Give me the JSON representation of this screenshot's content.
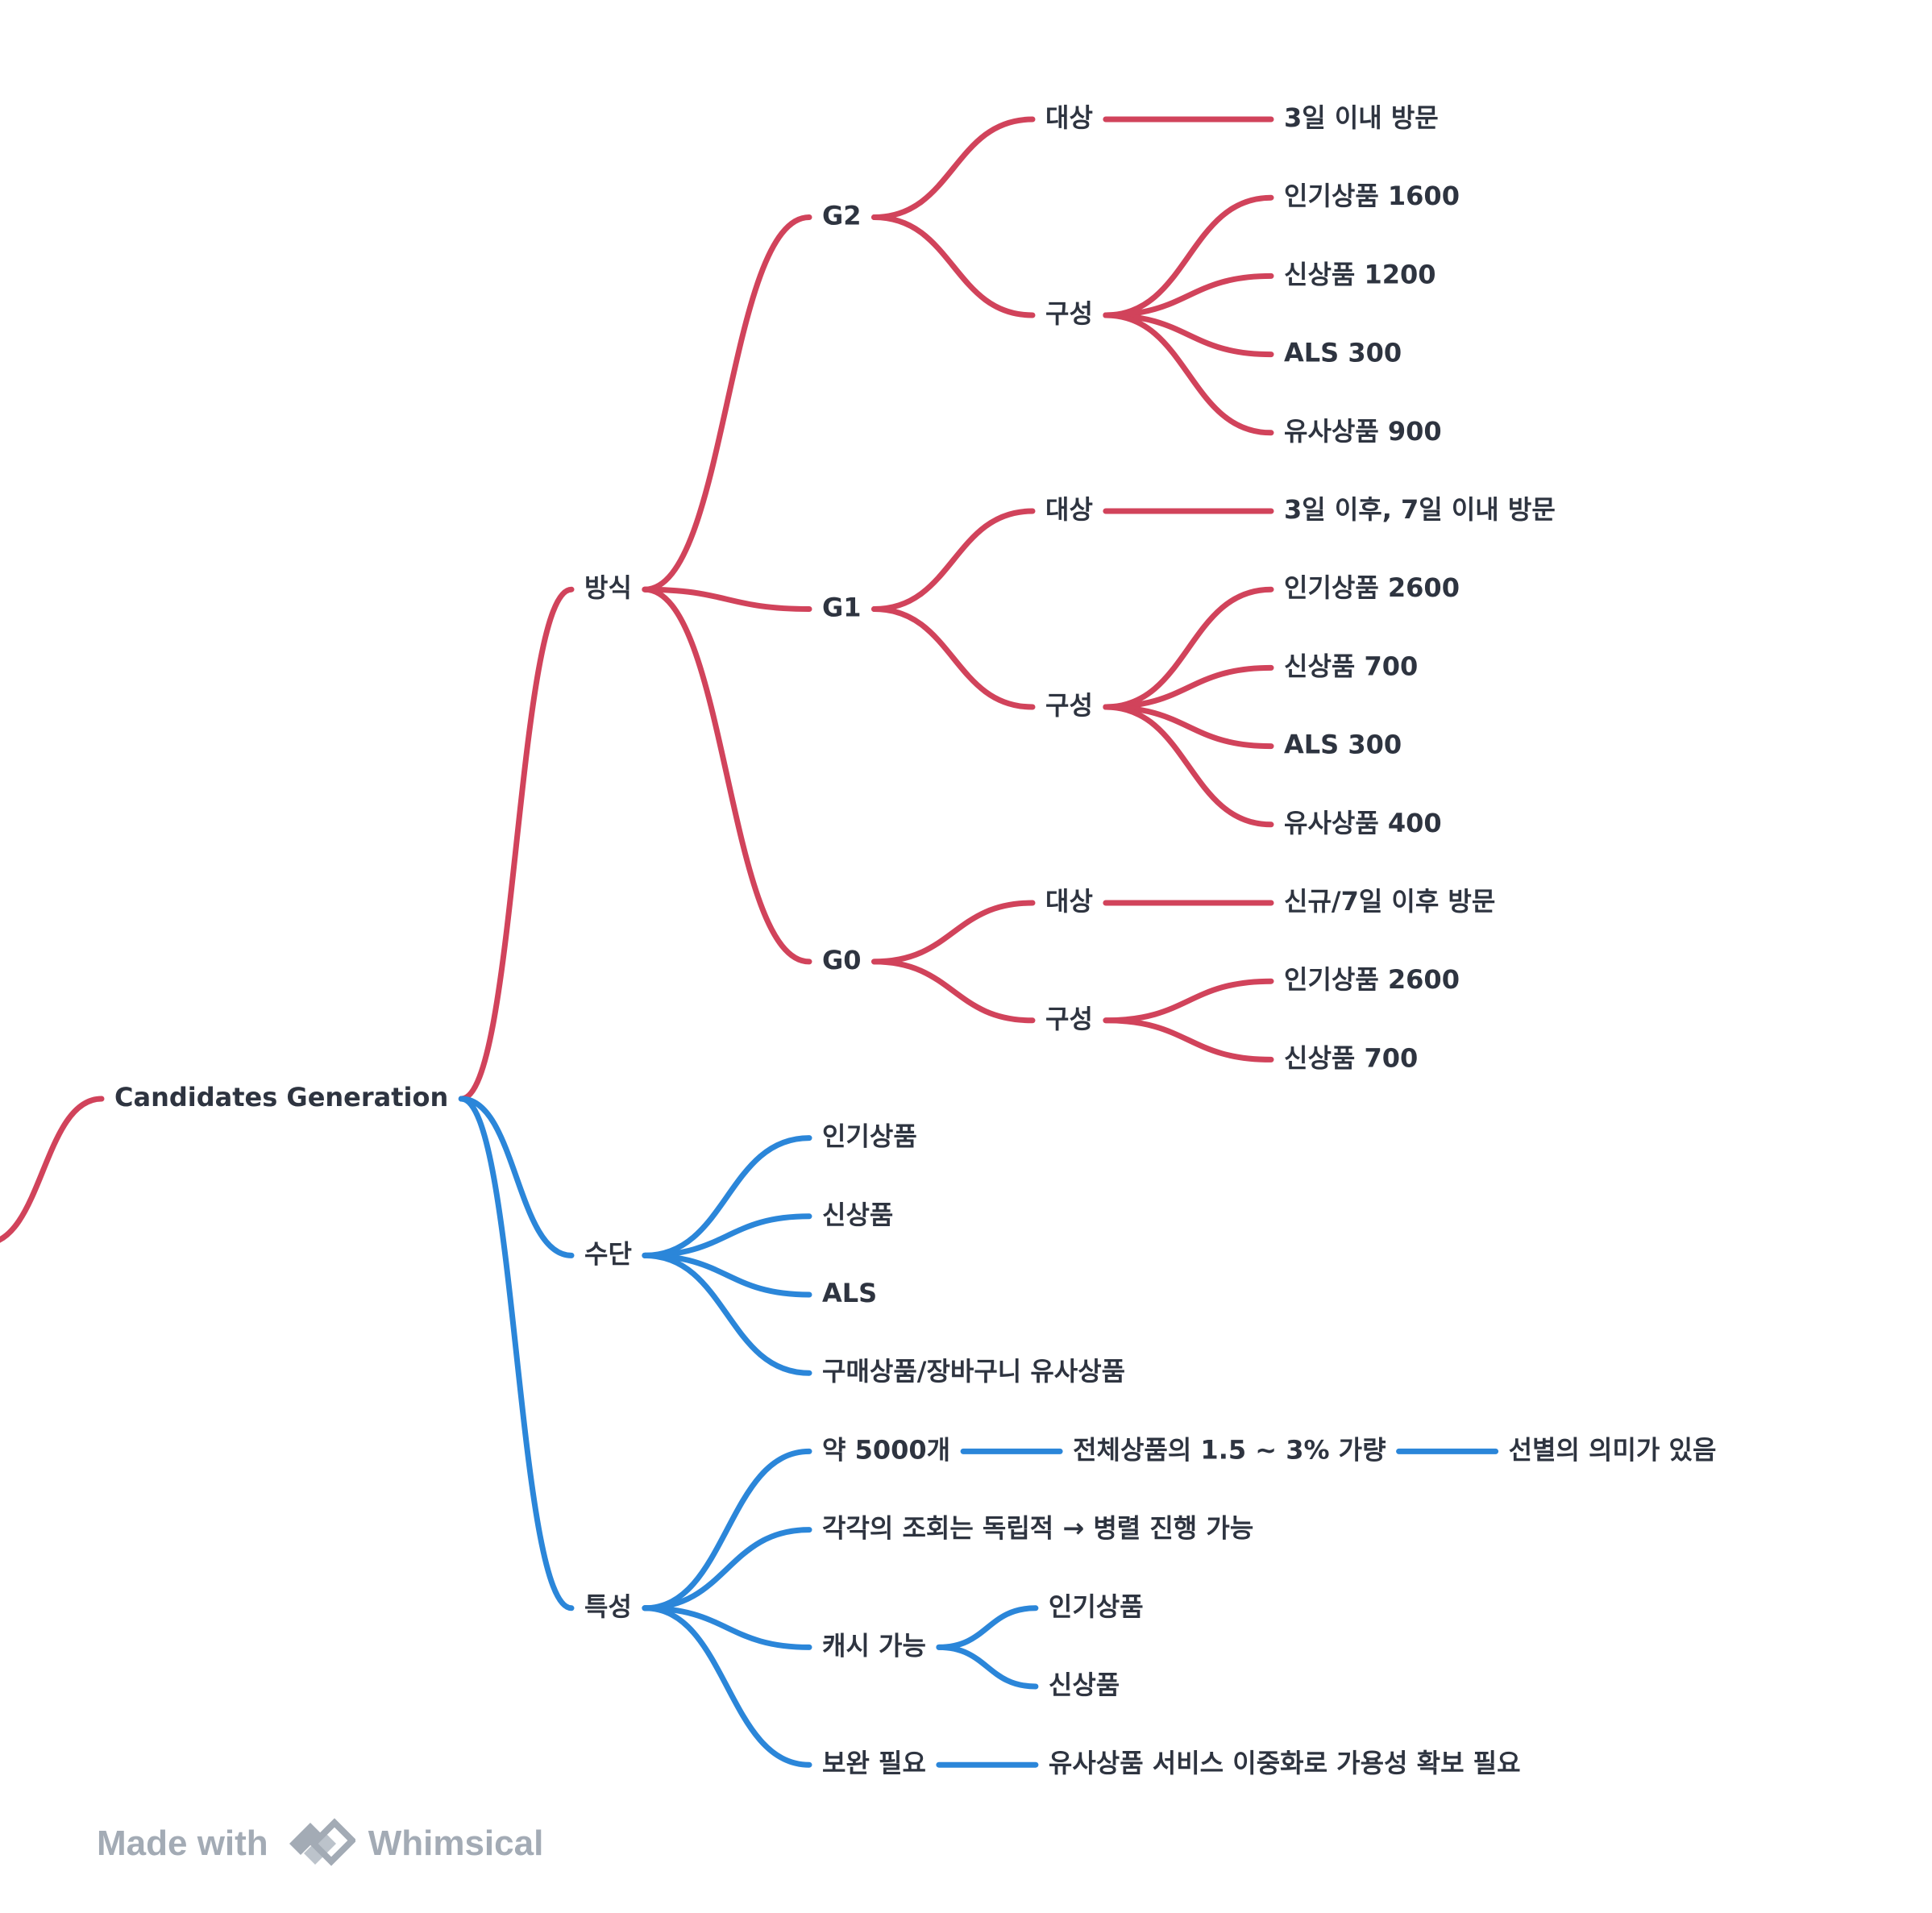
{
  "colors": {
    "red": "#d1435b",
    "blue": "#2b86d9",
    "text": "#2e3440",
    "watermark": "#a3abb5"
  },
  "mindmap": {
    "text": "Candidates Generation",
    "children": [
      {
        "text": "방식",
        "color": "red",
        "children": [
          {
            "text": "G2",
            "children": [
              {
                "text": "대상",
                "children": [
                  {
                    "text": "3일 이내 방문"
                  }
                ]
              },
              {
                "text": "구성",
                "children": [
                  {
                    "text": "인기상품 1600"
                  },
                  {
                    "text": "신상품 1200"
                  },
                  {
                    "text": "ALS 300"
                  },
                  {
                    "text": "유사상품 900"
                  }
                ]
              }
            ]
          },
          {
            "text": "G1",
            "children": [
              {
                "text": "대상",
                "children": [
                  {
                    "text": "3일 이후, 7일 이내 방문"
                  }
                ]
              },
              {
                "text": "구성",
                "children": [
                  {
                    "text": "인기상품 2600"
                  },
                  {
                    "text": "신상품 700"
                  },
                  {
                    "text": "ALS 300"
                  },
                  {
                    "text": "유사상품 400"
                  }
                ]
              }
            ]
          },
          {
            "text": "G0",
            "children": [
              {
                "text": "대상",
                "children": [
                  {
                    "text": "신규/7일 이후 방문"
                  }
                ]
              },
              {
                "text": "구성",
                "children": [
                  {
                    "text": "인기상품 2600"
                  },
                  {
                    "text": "신상품 700"
                  }
                ]
              }
            ]
          }
        ]
      },
      {
        "text": "수단",
        "color": "blue",
        "children": [
          {
            "text": "인기상품"
          },
          {
            "text": "신상품"
          },
          {
            "text": "ALS"
          },
          {
            "text": "구매상품/장바구니 유사상품"
          }
        ]
      },
      {
        "text": "특성",
        "color": "blue",
        "children": [
          {
            "text": "약 5000개",
            "children": [
              {
                "text": "전체상품의 1.5 ~ 3% 가량",
                "children": [
                  {
                    "text": "선별의 의미가 있음"
                  }
                ]
              }
            ]
          },
          {
            "text": "각각의 조회는 독립적 → 병렬 진행 가능"
          },
          {
            "text": "캐시 가능",
            "children": [
              {
                "text": "인기상품"
              },
              {
                "text": "신상품"
              }
            ]
          },
          {
            "text": "보완 필요",
            "children": [
              {
                "text": "유사상품 서비스 이중화로 가용성 확보 필요"
              }
            ]
          }
        ]
      }
    ]
  },
  "watermark": {
    "prefix": "Made with",
    "brand": "Whimsical"
  }
}
